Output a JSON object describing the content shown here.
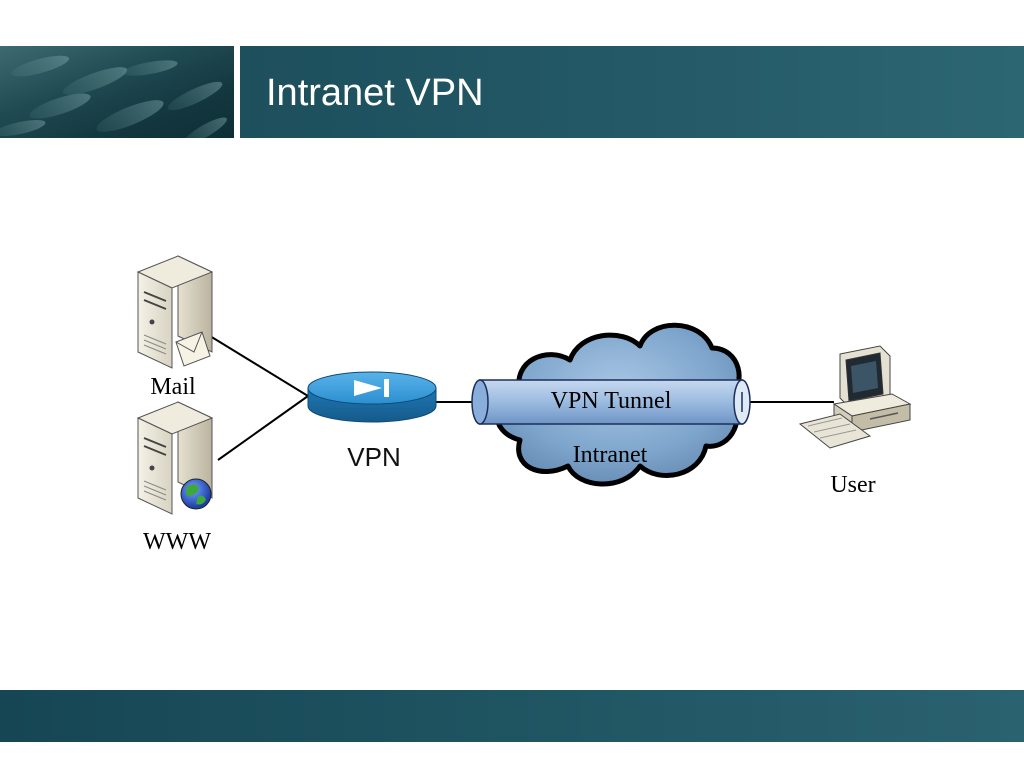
{
  "slide": {
    "title": "Intranet VPN"
  },
  "diagram": {
    "nodes": {
      "mail_label": "Mail",
      "www_label": "WWW",
      "vpn_label": "VPN",
      "tunnel_label": "VPN Tunnel",
      "cloud_label": "Intranet",
      "user_label": "User"
    },
    "icons": {
      "mail_server": "server-mail-icon",
      "www_server": "server-globe-icon",
      "vpn_device": "vpn-router-icon",
      "cloud": "cloud-icon",
      "tunnel": "tunnel-pipe-icon",
      "user_pc": "desktop-computer-icon"
    }
  },
  "colors": {
    "header": "#235866",
    "footer": "#1f5461",
    "vpn_device": "#2b8fd0",
    "tunnel": "#9bbbe0",
    "cloud": "#8fb3d6"
  }
}
